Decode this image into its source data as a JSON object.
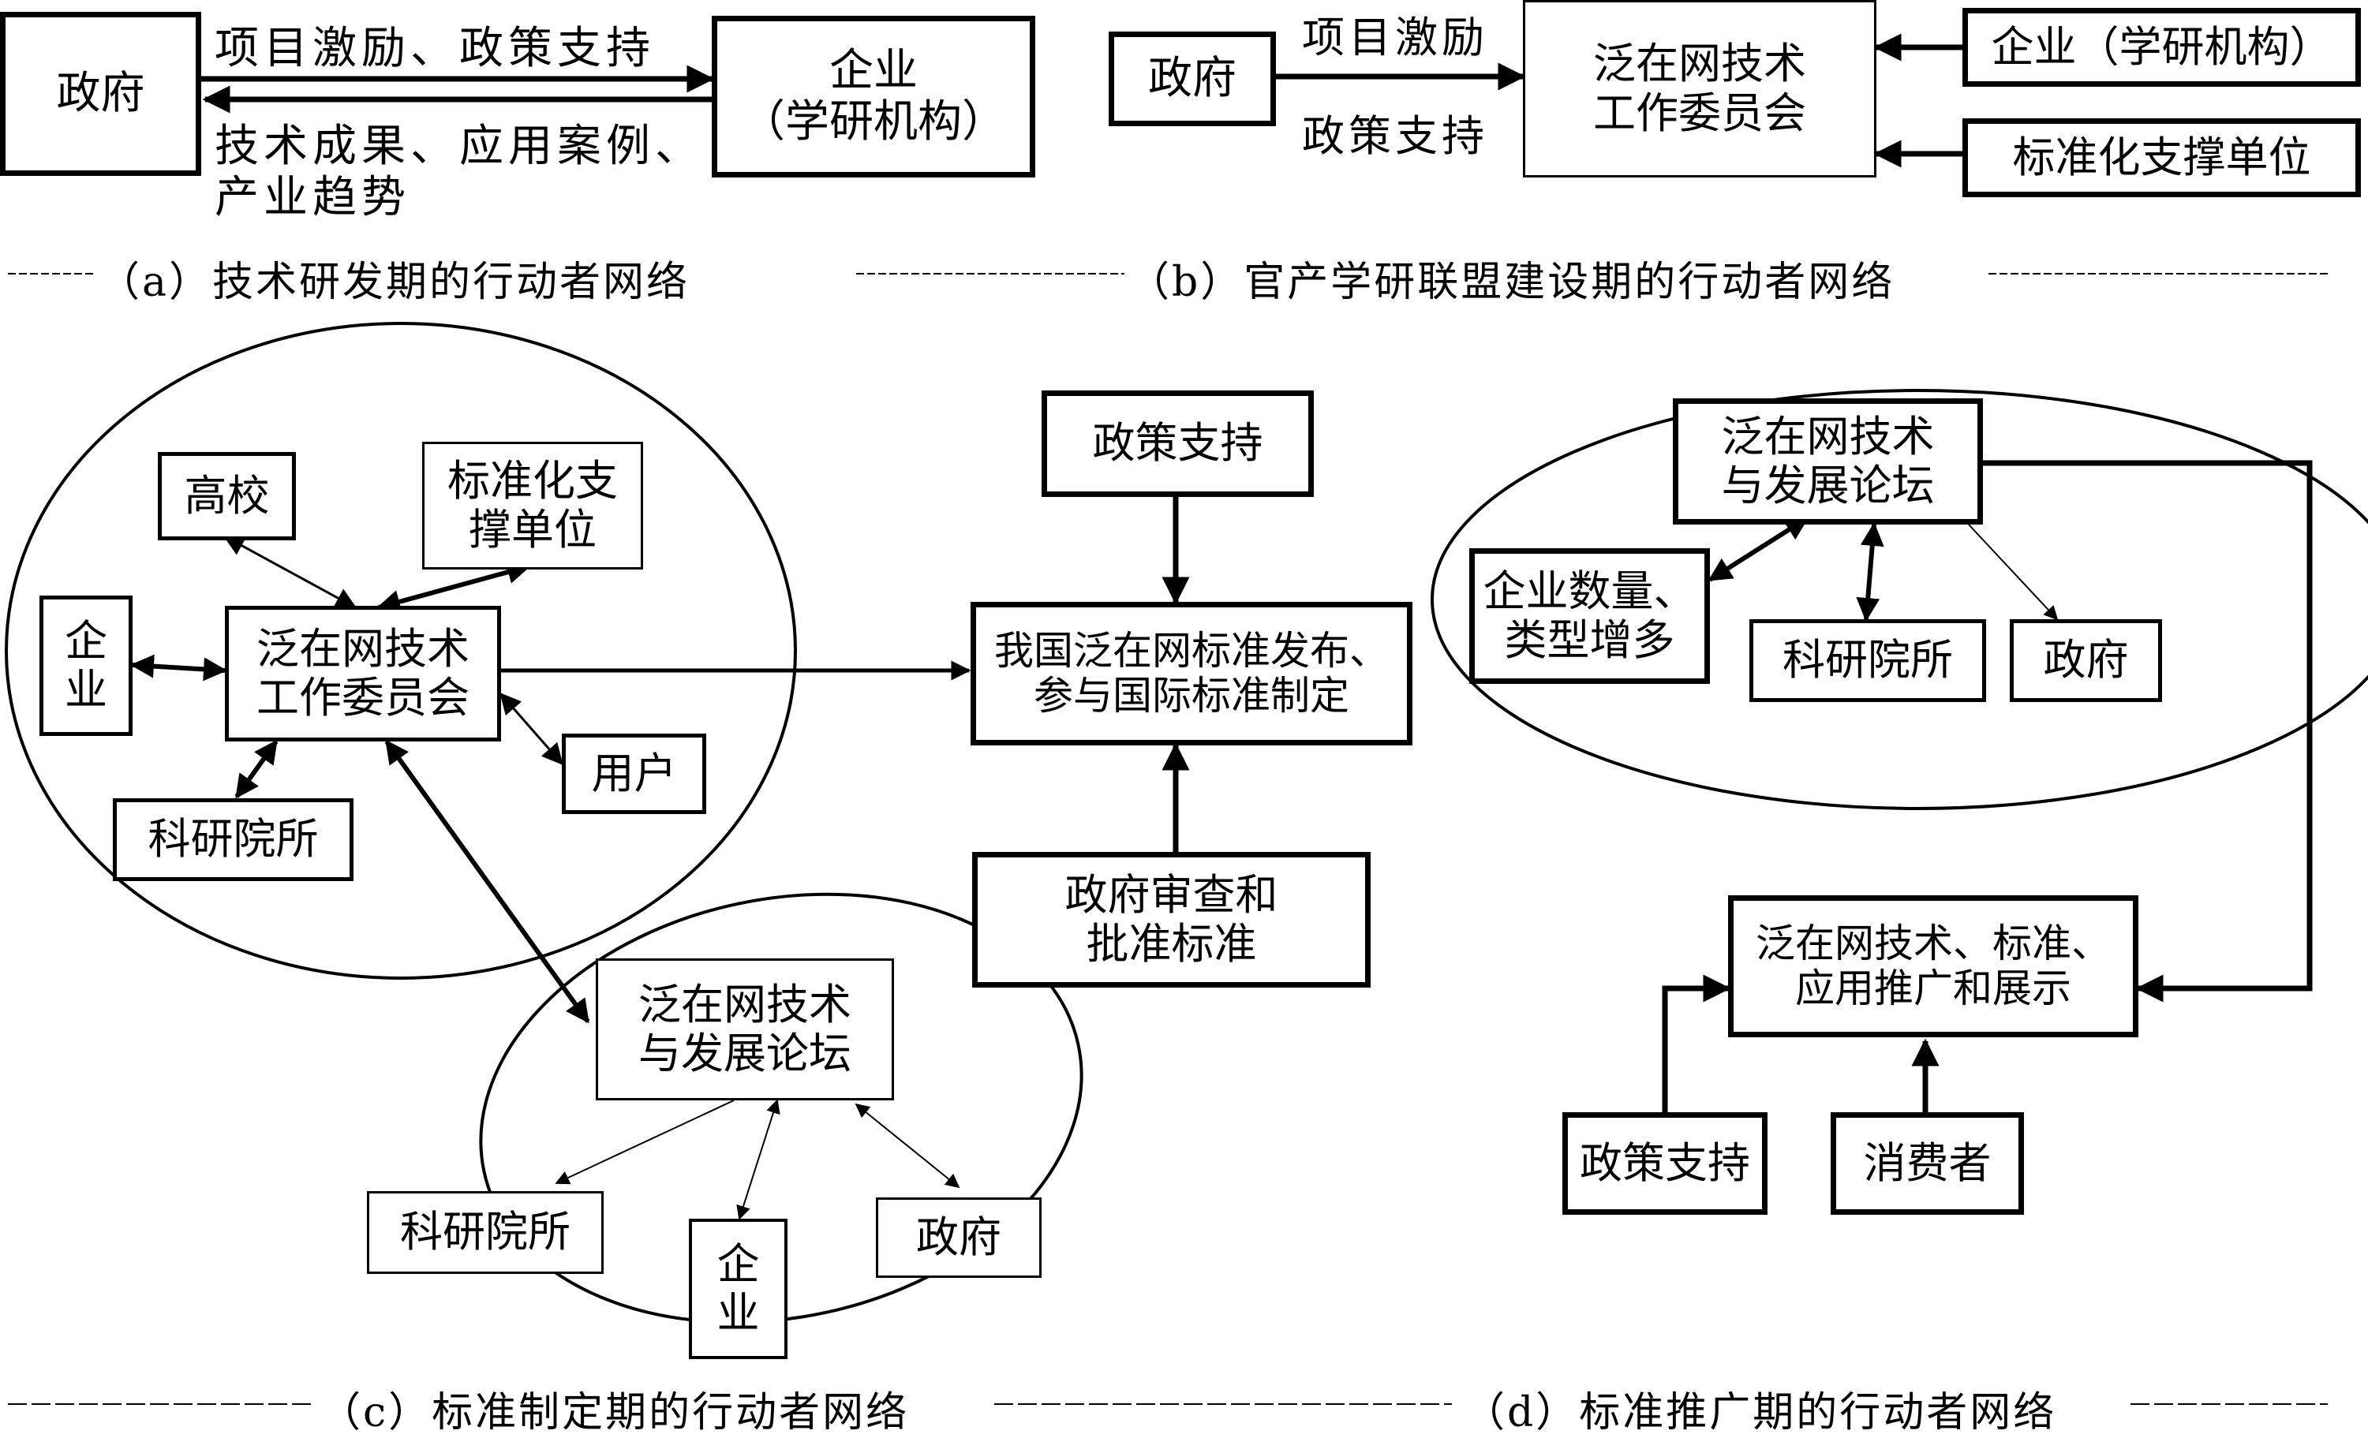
{
  "panel_a": {
    "gov": "政府",
    "company": "企业\n（学研机构）",
    "arrow_top": "项目激励、政策支持",
    "arrow_bottom_1": "技术成果、应用案例、",
    "arrow_bottom_2": "产业趋势",
    "caption": "（a）技术研发期的行动者网络"
  },
  "panel_b": {
    "gov": "政府",
    "committee": "泛在网技术\n工作委员会",
    "label_top": "项目激励",
    "label_bottom": "政策支持",
    "company": "企业（学研机构）",
    "standard_unit": "标准化支撑单位",
    "caption": "（b）官产学研联盟建设期的行动者网络"
  },
  "panel_c": {
    "university": "高校",
    "standard_unit": "标准化支\n撑单位",
    "company": "企\n业",
    "committee": "泛在网技术\n工作委员会",
    "user": "用户",
    "research": "科研院所",
    "forum": "泛在网技术\n与发展论坛",
    "forum_research": "科研院所",
    "forum_company": "企\n业",
    "forum_gov": "政府",
    "policy": "政策支持",
    "publish": "我国泛在网标准发布、\n参与国际标准制定",
    "review": "政府审查和\n批准标准",
    "caption": "（c）标准制定期的行动者网络"
  },
  "panel_d": {
    "forum": "泛在网技术\n与发展论坛",
    "companies": "企业数量、\n类型增多",
    "research": "科研院所",
    "gov": "政府",
    "promotion": "泛在网技术、标准、\n应用推广和展示",
    "policy": "政策支持",
    "consumer": "消费者",
    "caption": "（d）标准推广期的行动者网络"
  }
}
